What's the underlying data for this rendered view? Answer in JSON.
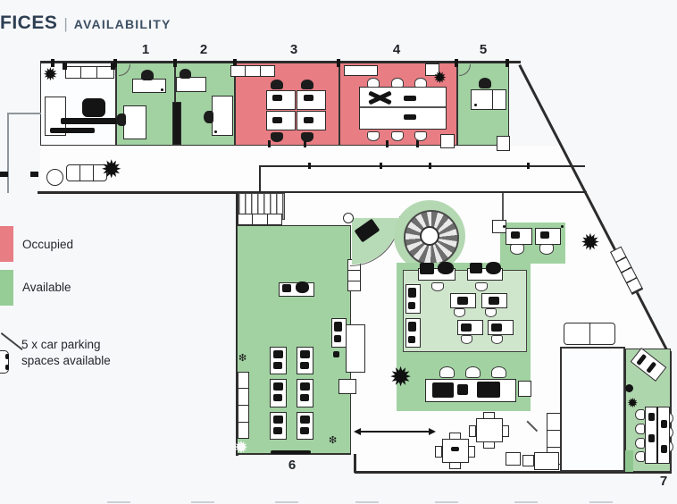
{
  "header": {
    "title_primary": "FICES",
    "separator": "|",
    "title_secondary": "AVAILABILITY"
  },
  "legend": {
    "occupied_label": "Occupied",
    "available_label": "Available",
    "parking_line1": "5 x car parking",
    "parking_line2": "spaces available",
    "occupied_color": "#e87d83",
    "available_color": "#96cd97"
  },
  "rooms": [
    {
      "number": "1",
      "status": "available"
    },
    {
      "number": "2",
      "status": "available"
    },
    {
      "number": "3",
      "status": "occupied"
    },
    {
      "number": "4",
      "status": "occupied"
    },
    {
      "number": "5",
      "status": "available"
    },
    {
      "number": "6",
      "status": "available"
    },
    {
      "number": "7",
      "status": "available"
    }
  ],
  "colors": {
    "wall": "#2c2c2c",
    "available_room": "#a2d2a2",
    "occupied_room": "#e87d83",
    "open_area_light": "#cfe6cc",
    "background": "#f7f8fa"
  }
}
